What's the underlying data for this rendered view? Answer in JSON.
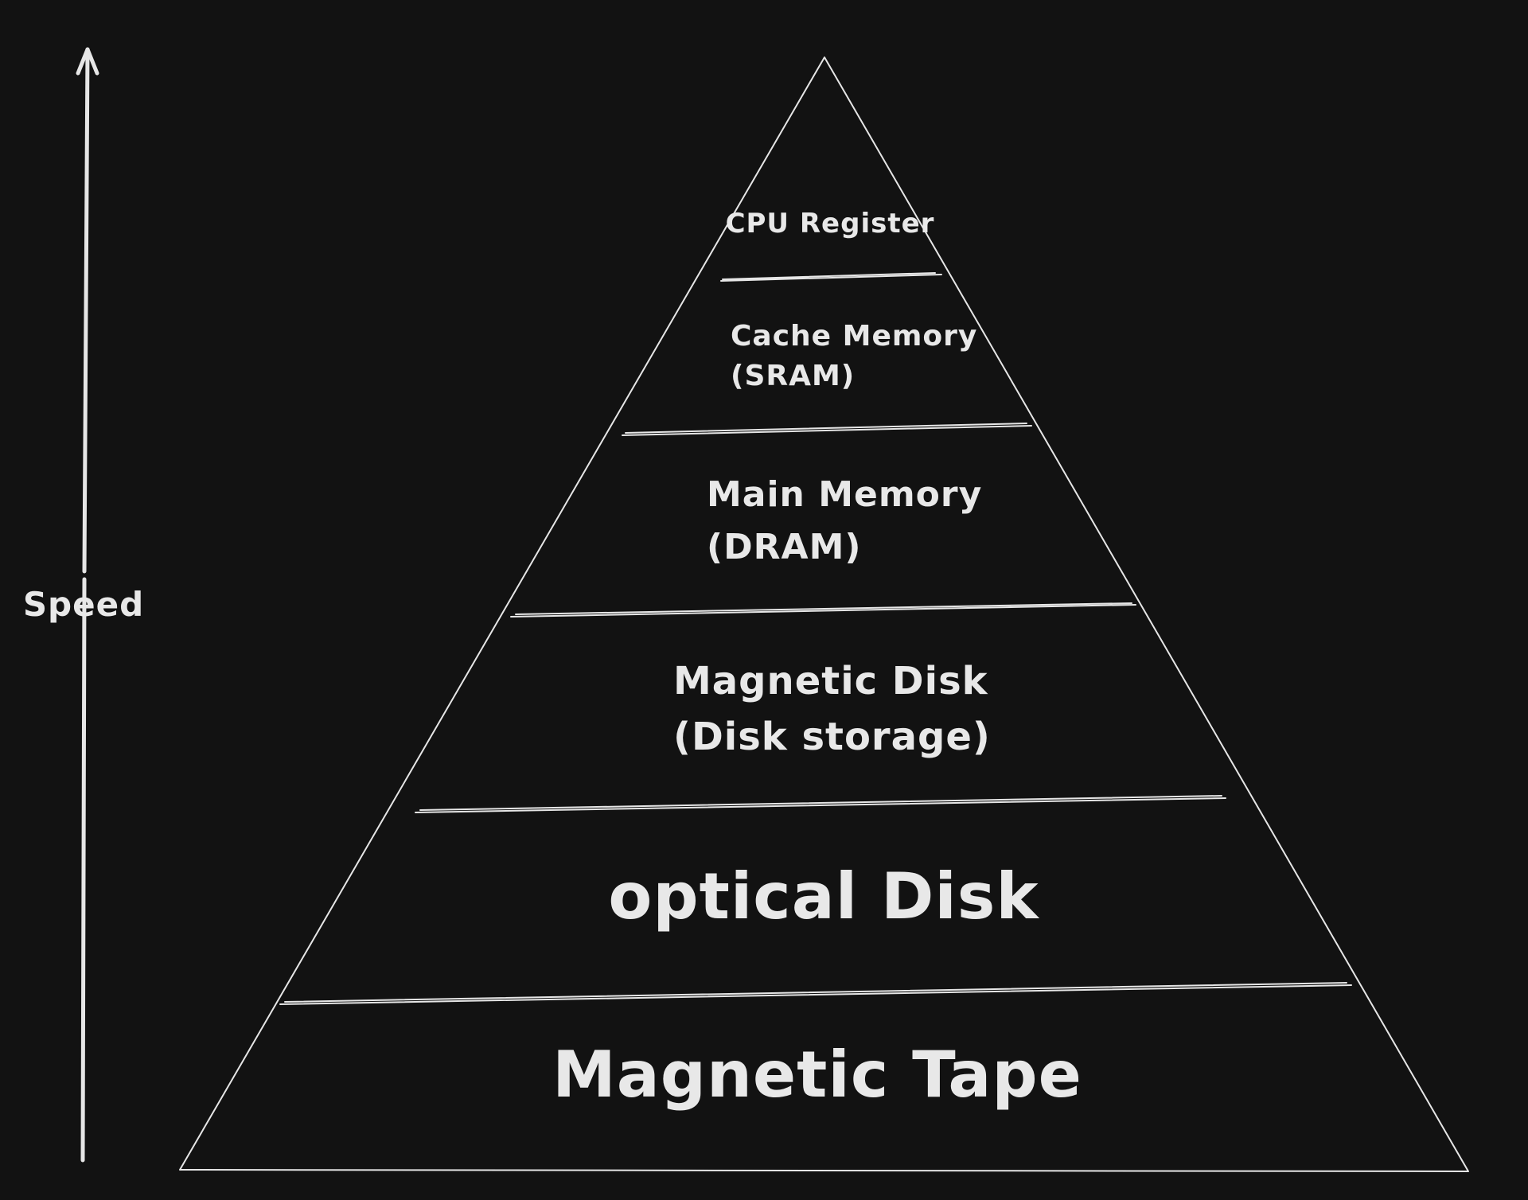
{
  "axis": {
    "label": "Speed"
  },
  "levels": [
    {
      "lines": [
        "CPU Register"
      ]
    },
    {
      "lines": [
        "Cache Memory",
        "(SRAM)"
      ]
    },
    {
      "lines": [
        "Main Memory",
        "(DRAM)"
      ]
    },
    {
      "lines": [
        "Magnetic Disk",
        "(Disk storage)"
      ]
    },
    {
      "lines": [
        "optical Disk"
      ]
    },
    {
      "lines": [
        "Magnetic Tape"
      ]
    }
  ],
  "colors": {
    "background": "#121212",
    "stroke": "#e6e6e6",
    "text": "#e8e8e8"
  }
}
